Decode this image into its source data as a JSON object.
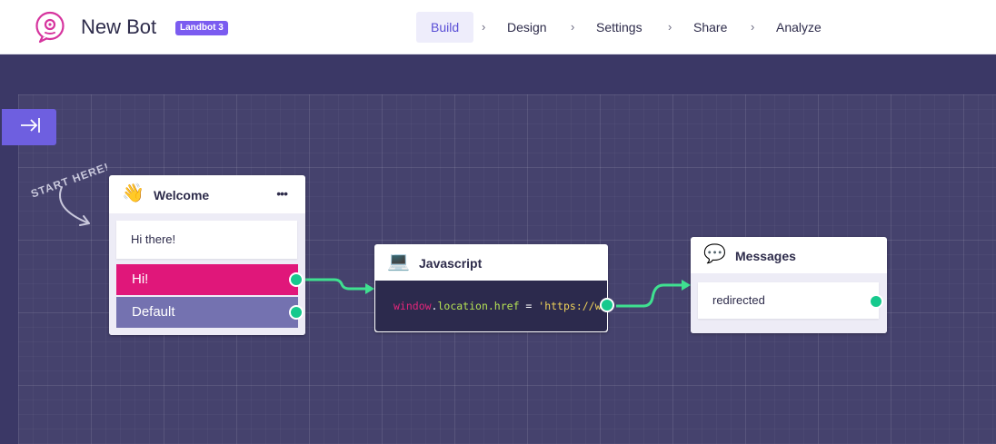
{
  "header": {
    "bot_name": "New Bot",
    "badge": "Landbot 3",
    "nav": [
      {
        "label": "Build",
        "active": true
      },
      {
        "label": "Design",
        "active": false
      },
      {
        "label": "Settings",
        "active": false
      },
      {
        "label": "Share",
        "active": false
      },
      {
        "label": "Analyze",
        "active": false
      }
    ],
    "separator": "›"
  },
  "canvas": {
    "start_hint": "START HERE!"
  },
  "blocks": {
    "welcome": {
      "icon": "waving-hand-icon",
      "icon_glyph": "👋",
      "title": "Welcome",
      "menu_glyph": "•••",
      "message": "Hi there!",
      "buttons": [
        {
          "label": "Hi!",
          "color": "#e0177a"
        },
        {
          "label": "Default",
          "color": "#7472b0"
        }
      ]
    },
    "javascript": {
      "icon": "laptop-icon",
      "icon_glyph": "💻",
      "title": "Javascript",
      "code": {
        "object": "window",
        "dot": ".",
        "property": "location.href",
        "operator": " = ",
        "string": "'https://w"
      }
    },
    "messages": {
      "icon": "speech-bubble-icon",
      "icon_glyph": "💬",
      "title": "Messages",
      "message": "redirected"
    }
  },
  "colors": {
    "accent": "#6e5fe0",
    "connector": "#3fe090",
    "dot": "#16c98d",
    "canvas": "#45426d"
  }
}
